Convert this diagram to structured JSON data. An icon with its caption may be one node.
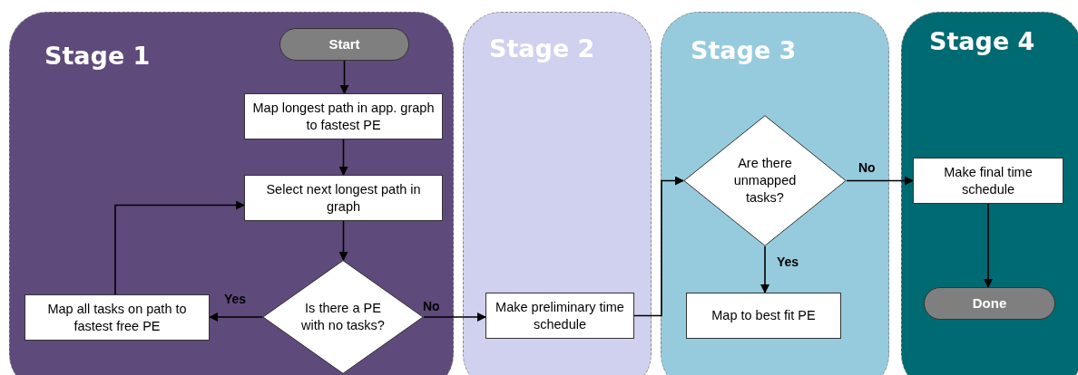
{
  "diagram": {
    "nodes": [
      {
        "text": [
          "Stage 1"
        ]
      },
      {
        "text": [
          "Start"
        ],
        "in": 0
      },
      {
        "text": [
          "Map longest path in app. graph to fastest PE"
        ],
        "in": 0
      },
      {
        "text": [
          "Select next longest path in graph"
        ],
        "in": 0
      },
      {
        "text": [
          "Is there a PE with no tasks?"
        ],
        "in": 0
      },
      {
        "text": [
          "Map all tasks on path to fastest free PE"
        ],
        "in": 0
      },
      {
        "text": [
          "Stage 2"
        ]
      },
      {
        "text": [
          "Make preliminary time schedule"
        ],
        "in": 6
      },
      {
        "text": [
          "Stage 3"
        ]
      },
      {
        "text": [
          "Are there unmapped tasks?"
        ],
        "in": 8
      },
      {
        "text": [
          "Map to best fit PE"
        ],
        "in": 8
      },
      {
        "text": [
          "Stage 4"
        ]
      },
      {
        "text": [
          "Make final time schedule"
        ],
        "in": 11
      },
      {
        "text": [
          "Done"
        ],
        "in": 11
      }
    ],
    "edges": [
      {
        "from": 1,
        "to": 2,
        "arrow": "to"
      },
      {
        "from": 2,
        "to": 3,
        "arrow": "to"
      },
      {
        "from": 3,
        "to": 4,
        "arrow": "to"
      },
      {
        "from": 4,
        "to": 5,
        "arrow": "to",
        "label": "Yes"
      },
      {
        "from": 5,
        "to": 3,
        "arrow": "to"
      },
      {
        "from": 4,
        "to": 7,
        "arrow": "to",
        "label": "No"
      },
      {
        "from": 7,
        "to": 9,
        "arrow": "to"
      },
      {
        "from": 9,
        "to": 12,
        "arrow": "to",
        "label": "No"
      },
      {
        "from": 9,
        "to": 10,
        "arrow": "to",
        "label": "Yes"
      },
      {
        "from": 12,
        "to": 13,
        "arrow": "to"
      }
    ]
  }
}
